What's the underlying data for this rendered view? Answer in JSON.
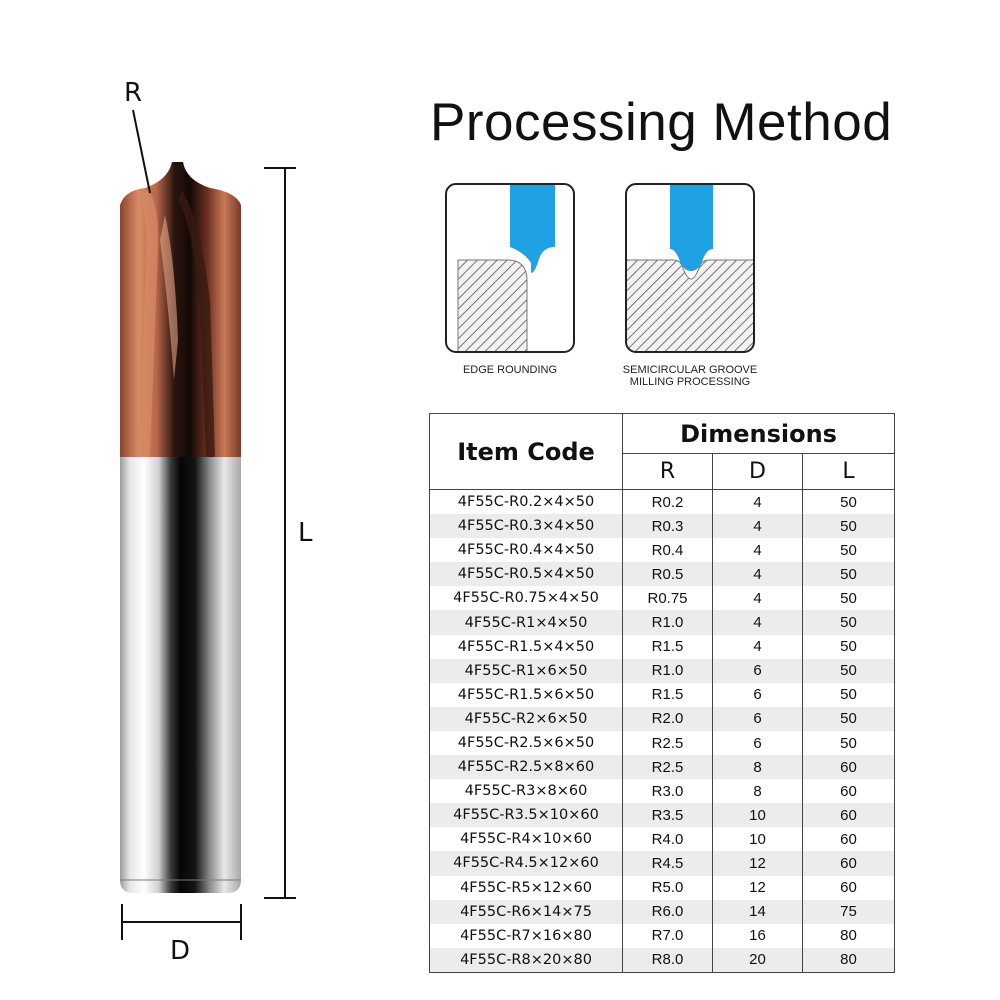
{
  "title": "Processing Method",
  "diagram_labels": {
    "r": "R",
    "l": "L",
    "d": "D"
  },
  "methods": [
    {
      "caption": "EDGE ROUNDING",
      "icon": "edge-rounding-icon"
    },
    {
      "caption": "SEMICIRCULAR GROOVE\nMILLING PROCESSING",
      "icon": "semicircular-groove-icon"
    }
  ],
  "table": {
    "header_item_code": "Item Code",
    "header_dimensions": "Dimensions",
    "header_r": "R",
    "header_d": "D",
    "header_l": "L",
    "rows": [
      {
        "code": "4F55C-R0.2×4×50",
        "r": "R0.2",
        "d": "4",
        "l": "50"
      },
      {
        "code": "4F55C-R0.3×4×50",
        "r": "R0.3",
        "d": "4",
        "l": "50"
      },
      {
        "code": "4F55C-R0.4×4×50",
        "r": "R0.4",
        "d": "4",
        "l": "50"
      },
      {
        "code": "4F55C-R0.5×4×50",
        "r": "R0.5",
        "d": "4",
        "l": "50"
      },
      {
        "code": "4F55C-R0.75×4×50",
        "r": "R0.75",
        "d": "4",
        "l": "50"
      },
      {
        "code": "4F55C-R1×4×50",
        "r": "R1.0",
        "d": "4",
        "l": "50"
      },
      {
        "code": "4F55C-R1.5×4×50",
        "r": "R1.5",
        "d": "4",
        "l": "50"
      },
      {
        "code": "4F55C-R1×6×50",
        "r": "R1.0",
        "d": "6",
        "l": "50"
      },
      {
        "code": "4F55C-R1.5×6×50",
        "r": "R1.5",
        "d": "6",
        "l": "50"
      },
      {
        "code": "4F55C-R2×6×50",
        "r": "R2.0",
        "d": "6",
        "l": "50"
      },
      {
        "code": "4F55C-R2.5×6×50",
        "r": "R2.5",
        "d": "6",
        "l": "50"
      },
      {
        "code": "4F55C-R2.5×8×60",
        "r": "R2.5",
        "d": "8",
        "l": "60"
      },
      {
        "code": "4F55C-R3×8×60",
        "r": "R3.0",
        "d": "8",
        "l": "60"
      },
      {
        "code": "4F55C-R3.5×10×60",
        "r": "R3.5",
        "d": "10",
        "l": "60"
      },
      {
        "code": "4F55C-R4×10×60",
        "r": "R4.0",
        "d": "10",
        "l": "60"
      },
      {
        "code": "4F55C-R4.5×12×60",
        "r": "R4.5",
        "d": "12",
        "l": "60"
      },
      {
        "code": "4F55C-R5×12×60",
        "r": "R5.0",
        "d": "12",
        "l": "60"
      },
      {
        "code": "4F55C-R6×14×75",
        "r": "R6.0",
        "d": "14",
        "l": "75"
      },
      {
        "code": "4F55C-R7×16×80",
        "r": "R7.0",
        "d": "16",
        "l": "80"
      },
      {
        "code": "4F55C-R8×20×80",
        "r": "R8.0",
        "d": "20",
        "l": "80"
      }
    ]
  },
  "colors": {
    "coating": "#7a3a26",
    "coating_highlight": "#d98a66",
    "shank": "#c9c9c9",
    "shank_dark": "#0c0c0c",
    "tool_blue": "#1fa2e3",
    "hatch": "#555555"
  }
}
